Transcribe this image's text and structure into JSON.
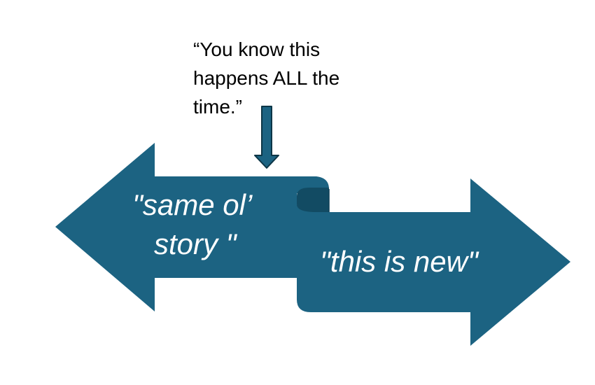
{
  "diagram": {
    "quote": {
      "line1": "“You know this",
      "line2": "happens ALL the",
      "line3": "time.”"
    },
    "left_arrow": {
      "line1": "\"same ol’",
      "line2": "story \""
    },
    "right_arrow": {
      "label": "\"this is new\""
    },
    "colors": {
      "arrow_fill": "#1c6382",
      "fold_dark": "#124b63",
      "pointer_fill": "#1c6382",
      "pointer_stroke": "#0d3647",
      "text_light": "#ffffff",
      "text_dark": "#000000"
    }
  }
}
